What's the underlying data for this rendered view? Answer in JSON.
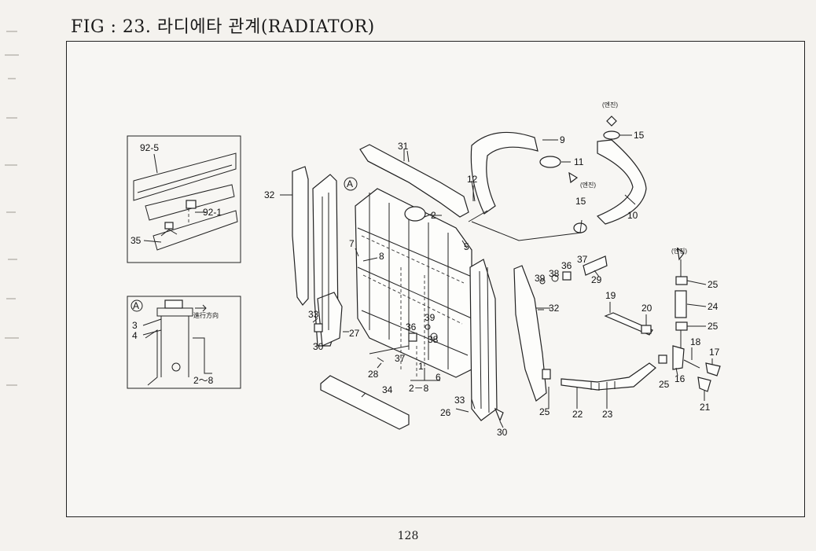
{
  "page": {
    "title": "FIG : 23. 라디에타 관계(RADIATOR)",
    "page_number": "128"
  },
  "inset_detail": {
    "labels": [
      "92-5",
      "92-1",
      "35"
    ]
  },
  "inset_a": {
    "circle_label": "A",
    "direction_text": "進行方向",
    "labels": [
      "3",
      "4",
      "2～8"
    ]
  },
  "engine_note": "(엔진)",
  "part_callouts": {
    "p1": "1",
    "p2": "2",
    "p5": "5",
    "p6": "6",
    "p7": "7",
    "p8": "8",
    "p9": "9",
    "p10": "10",
    "p11": "11",
    "p12": "12",
    "p15a": "15",
    "p15b": "15",
    "p16": "16",
    "p17": "17",
    "p18": "18",
    "p19": "19",
    "p20": "20",
    "p21": "21",
    "p22": "22",
    "p23": "23",
    "p24": "24",
    "p25a": "25",
    "p25b": "25",
    "p25c": "25",
    "p25d": "25",
    "p26": "26",
    "p27": "27",
    "p28": "28",
    "p29": "29",
    "p30a": "30",
    "p30b": "30",
    "p31": "31",
    "p32a": "32",
    "p32b": "32",
    "p33a": "33",
    "p33b": "33",
    "p34": "34",
    "p36a": "36",
    "p36b": "36",
    "p37a": "37",
    "p37b": "37",
    "p38a": "38",
    "p38b": "38",
    "p39a": "39",
    "p39b": "39",
    "range_2_8": "2－8",
    "circle_a": "A"
  }
}
